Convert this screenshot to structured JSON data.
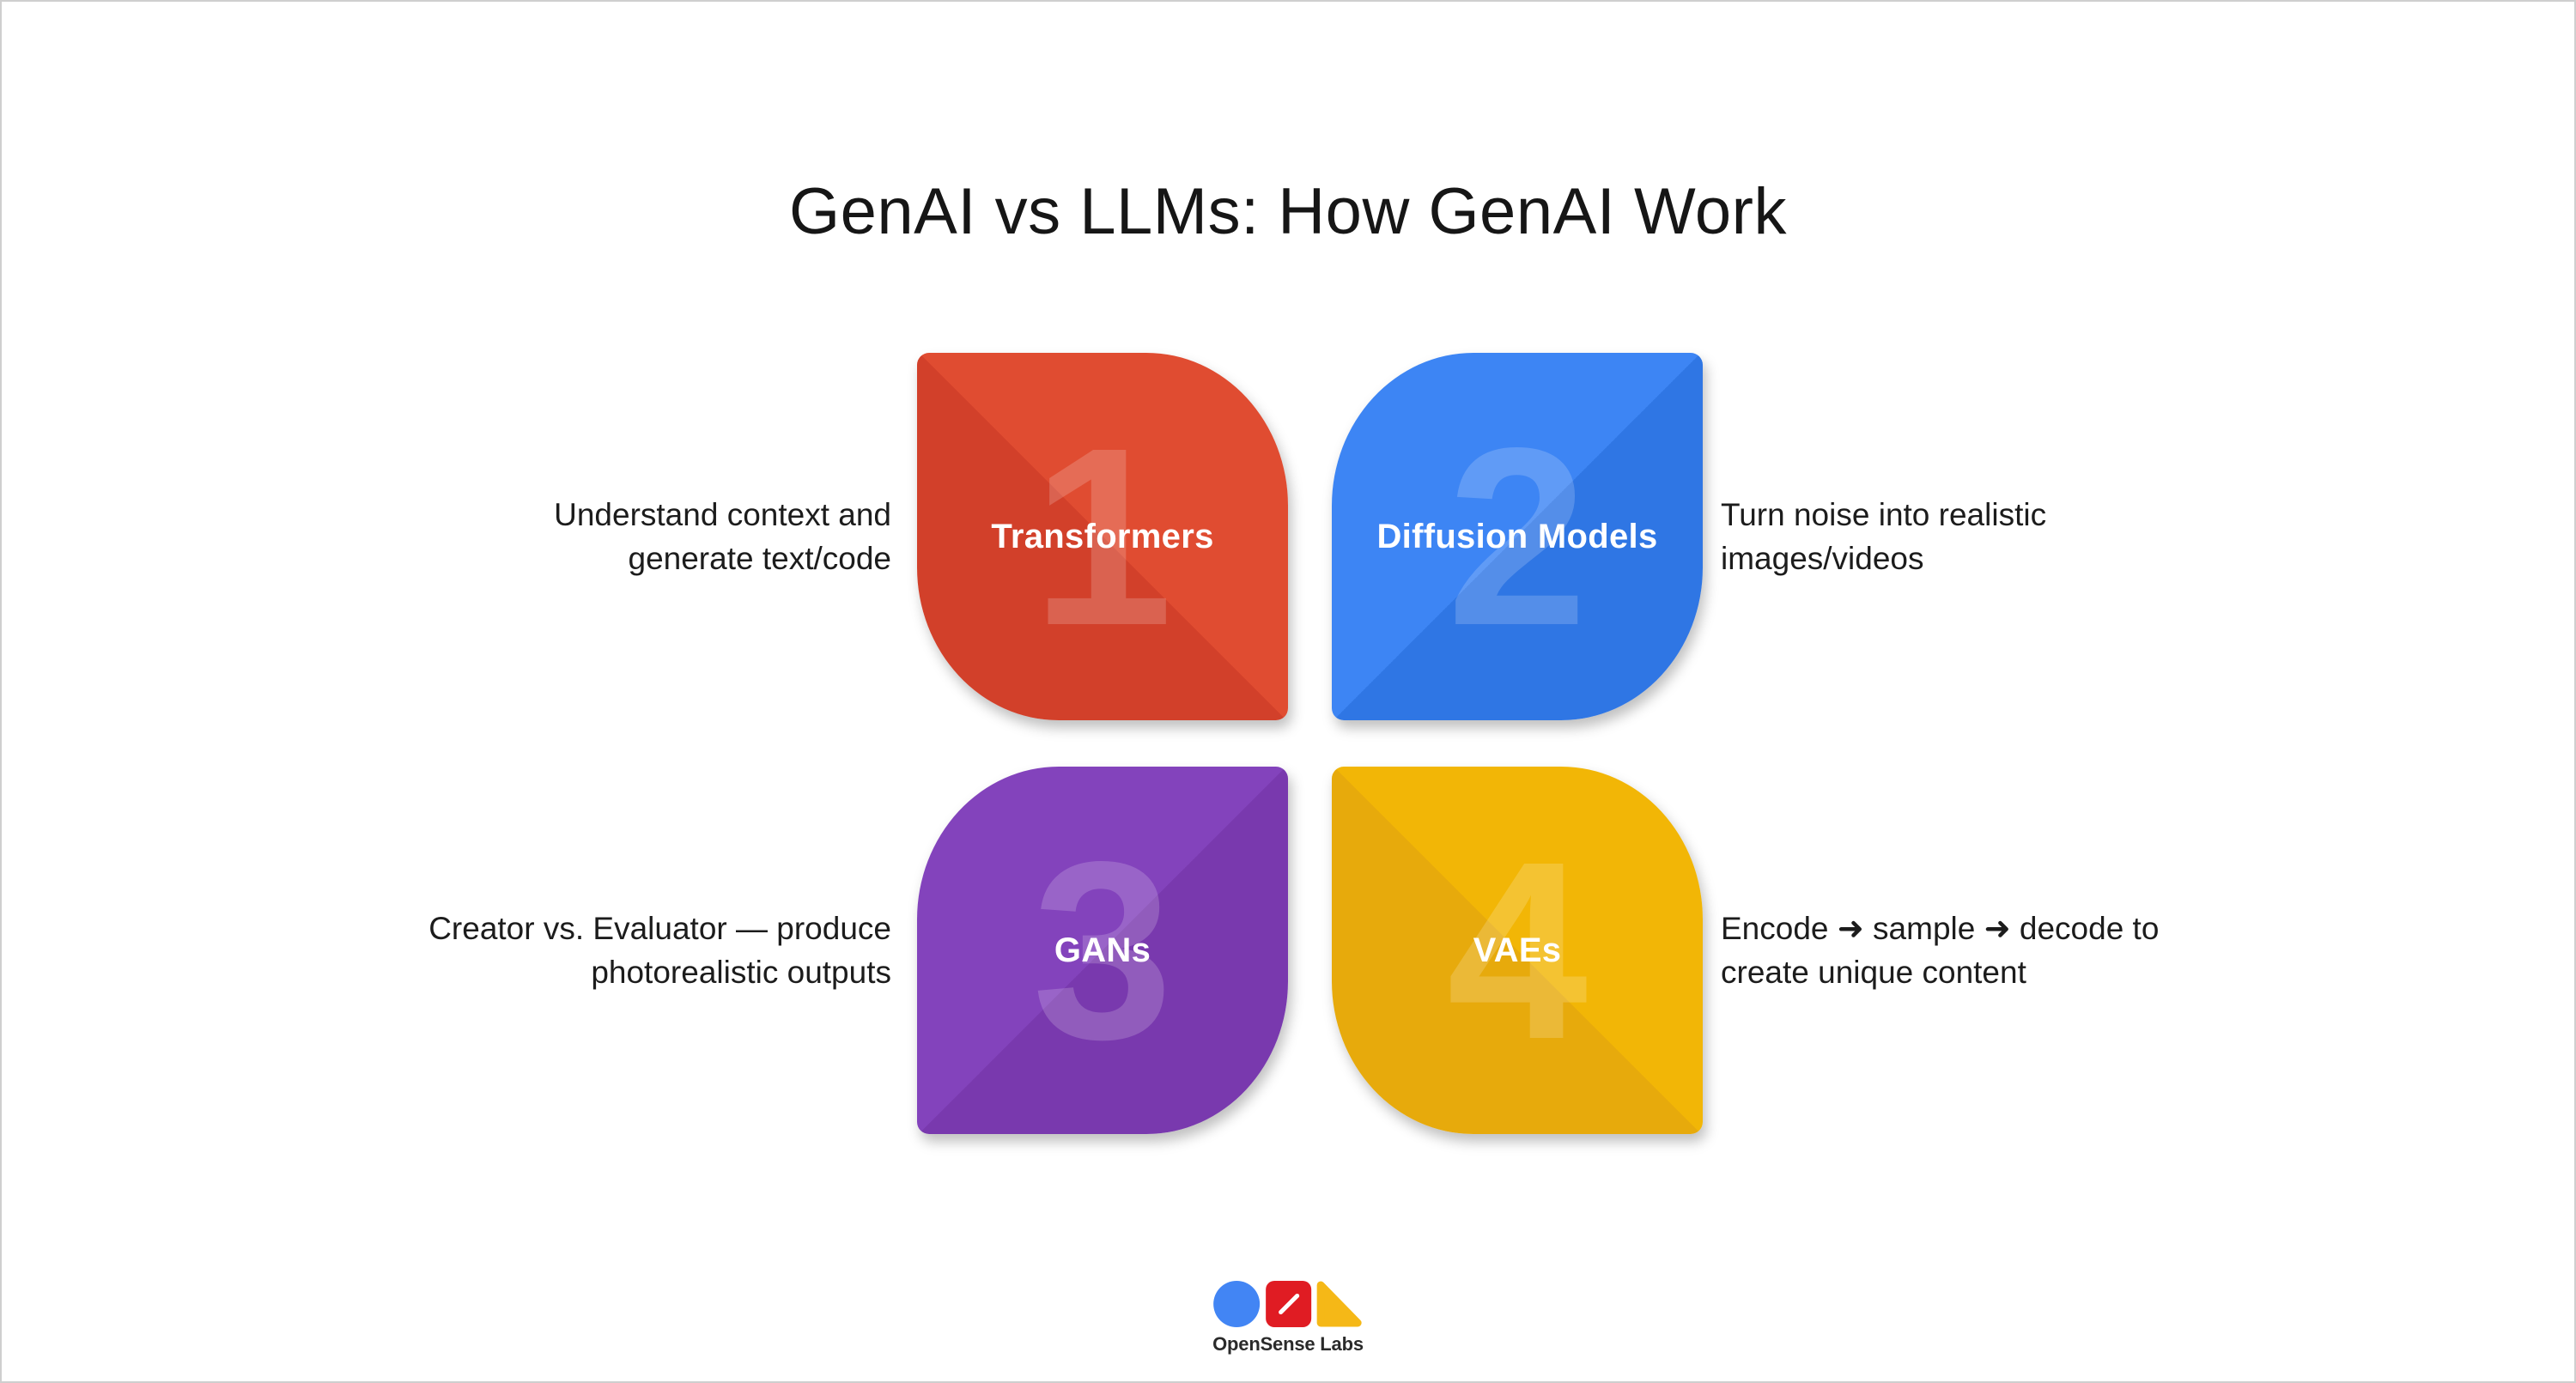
{
  "page": {
    "title": "GenAI vs LLMs: How GenAI Work"
  },
  "quadrants": [
    {
      "number": "1",
      "label": "Transformers",
      "description": "Understand context and\ngenerate text/code",
      "color_light": "#E04C31",
      "color_dark": "#D2402A",
      "shade_angle": "225deg",
      "description_side": "left"
    },
    {
      "number": "2",
      "label": "Diffusion Models",
      "description": "Turn noise into realistic\nimages/videos",
      "color_light": "#3D85F4",
      "color_dark": "#2F76E4",
      "shade_angle": "135deg",
      "description_side": "right"
    },
    {
      "number": "3",
      "label": "GANs",
      "description": "Creator vs. Evaluator — produce\nphotorealistic outputs",
      "color_light": "#8343BC",
      "color_dark": "#7939AE",
      "shade_angle": "135deg",
      "description_side": "left"
    },
    {
      "number": "4",
      "label": "VAEs",
      "description": "Encode ➜ sample ➜ decode to\ncreate unique content",
      "color_light": "#F2B606",
      "color_dark": "#E7AA0C",
      "shade_angle": "225deg",
      "description_side": "right"
    }
  ],
  "theme": {
    "number_overlay_color": "rgba(255,255,255,0.18)",
    "text_color": "#1C1C1C",
    "canvas_border_color": "#CFCFCF",
    "background_color": "#FFFFFF"
  },
  "footer": {
    "brand": "OpenSense Labs",
    "logo_colors": {
      "circle": "#4285F4",
      "square": "#E01C23",
      "slash": "#FFFFFF",
      "triangle": "#F5B817"
    }
  }
}
